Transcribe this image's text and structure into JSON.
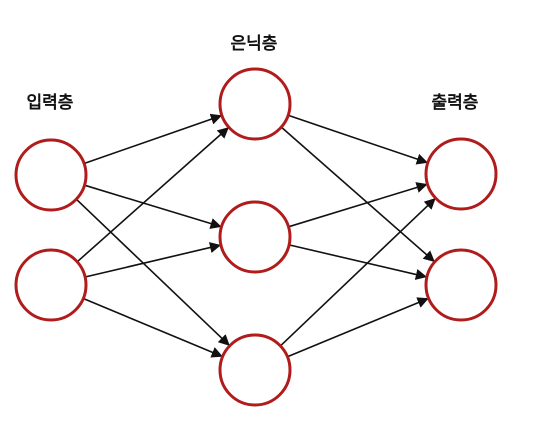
{
  "layers": {
    "input": {
      "label": "입력층",
      "node_count": 2
    },
    "hidden": {
      "label": "은닉층",
      "node_count": 3
    },
    "output": {
      "label": "출력층",
      "node_count": 2
    }
  },
  "connections": "fully-connected",
  "colors": {
    "node_stroke": "#b01c1c",
    "edge": "#111111",
    "background": "#ffffff"
  }
}
